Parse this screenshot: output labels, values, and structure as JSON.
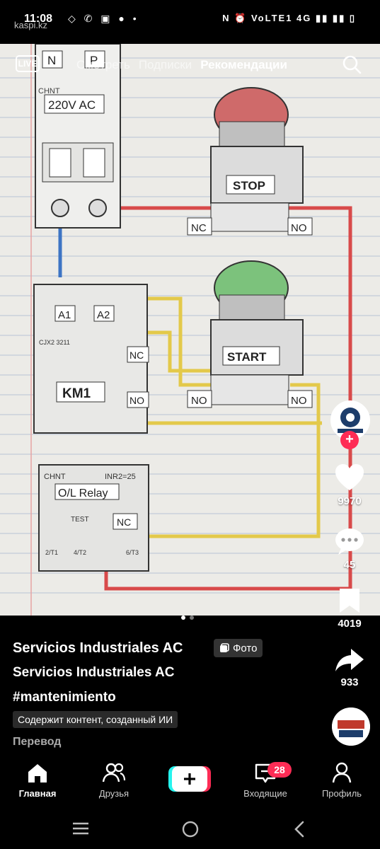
{
  "status_bar": {
    "time": "11:08",
    "left_icons": "◇ ✆ ▣ ● •",
    "right_icons": "N ⏰ VoLTE1 4G ▮▮ ▮▮ ▯"
  },
  "watermark": "kaspi.kz",
  "top_nav": {
    "live_label": "LIVE",
    "tabs": [
      "Смотреть",
      "Подписки",
      "Рекомендации"
    ],
    "active_tab": "Рекомендации"
  },
  "diagram_labels": {
    "breaker_n": "N",
    "breaker_p": "P",
    "brand": "CHNT",
    "voltage": "220V AC",
    "stop": "STOP",
    "start": "START",
    "nc": "NC",
    "no": "NO",
    "a1": "A1",
    "a2": "A2",
    "model": "CJX2 3211",
    "km1": "KM1",
    "relay_brand": "CHNT",
    "relay_model": "INR2=25",
    "relay": "O/L Relay",
    "test": "TEST",
    "t1": "2/T1",
    "t2": "4/T2",
    "t3": "6/T3"
  },
  "rail": {
    "likes": "9970",
    "comments": "45",
    "saves": "4019",
    "shares": "933"
  },
  "caption": {
    "author": "Servicios Industriales AC",
    "badge": "Фото",
    "line1": "Servicios Industriales AC",
    "line2": "#mantenimiento",
    "ai_label": "Содержит контент, созданный ИИ",
    "translate": "Перевод"
  },
  "bottom_nav": {
    "home": "Главная",
    "friends": "Друзья",
    "create": "+",
    "inbox": "Входящие",
    "inbox_badge": "28",
    "profile": "Профиль"
  },
  "colors": {
    "accent_red": "#fe2c55",
    "accent_cyan": "#25f4ee"
  }
}
